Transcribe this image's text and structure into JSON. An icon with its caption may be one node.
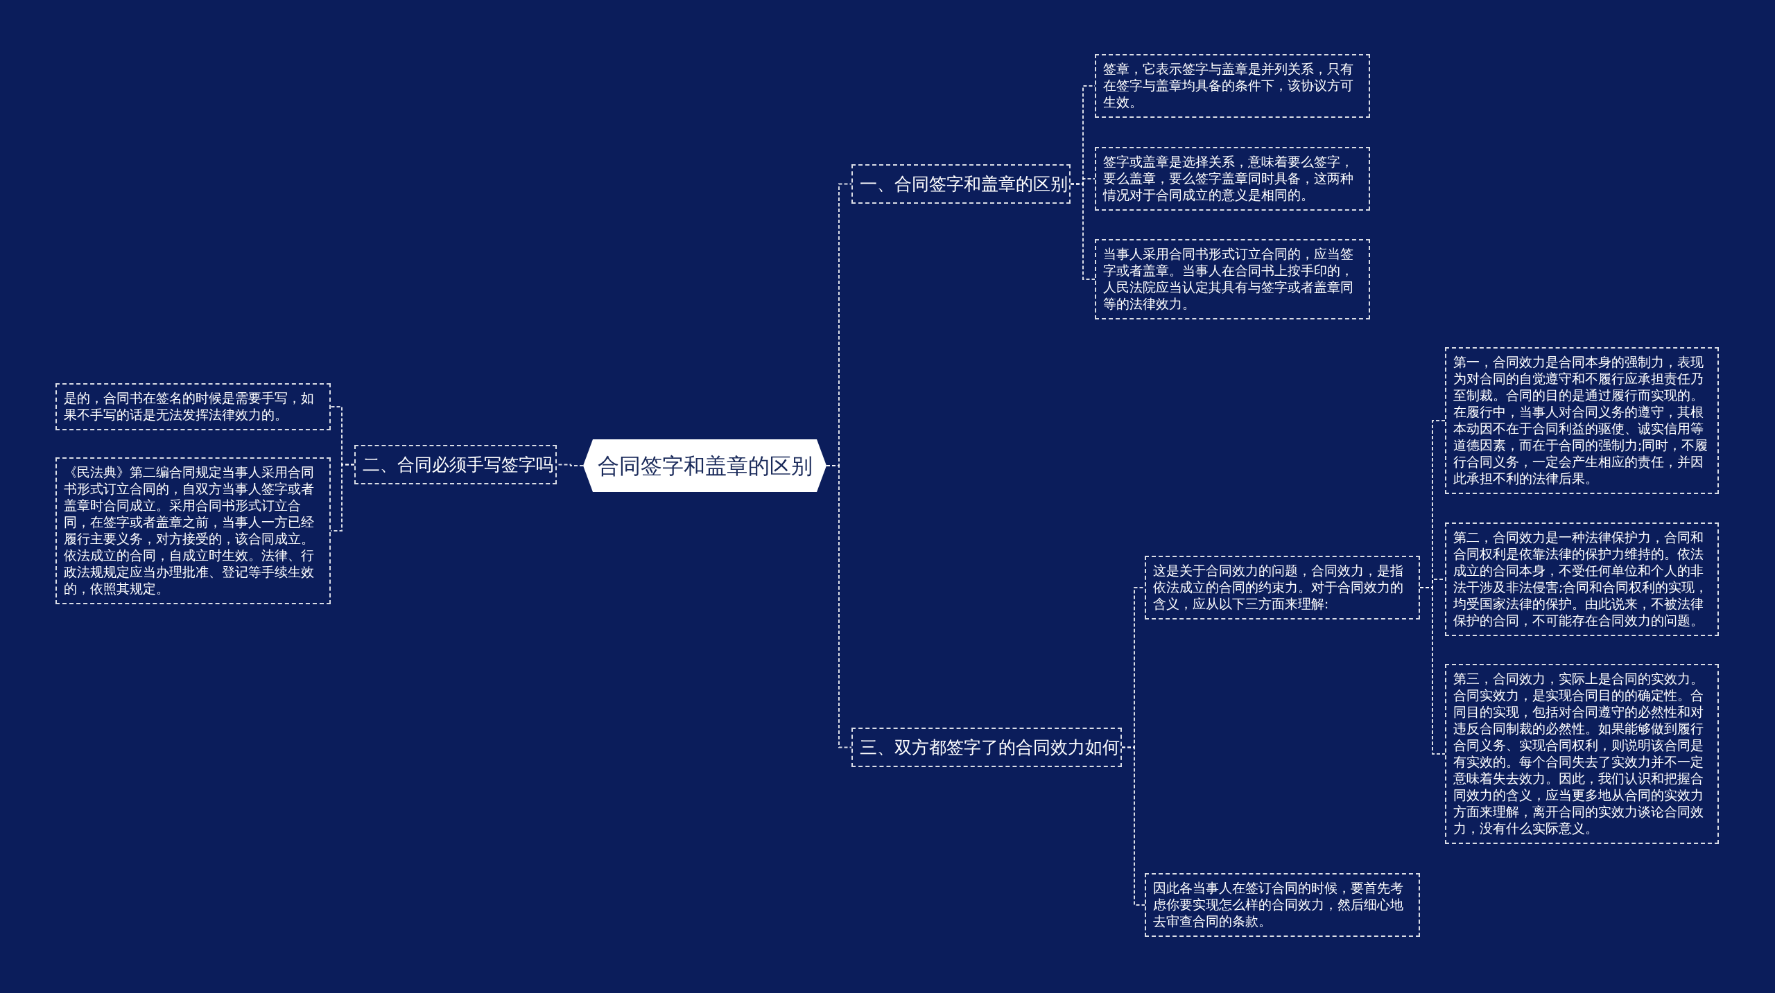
{
  "diagram": {
    "nodes": [
      {
        "text": [
          "合同签字和盖章的区别"
        ]
      },
      {
        "text": [
          "一、合同签字和盖章的区别"
        ]
      },
      {
        "text": [
          "签章，它表示签字与盖章是并列关系，只有在签字与盖章均具备的条件下，该协议方可生效。"
        ]
      },
      {
        "text": [
          "签字或盖章是选择关系，意味着要么签字，要么盖章，要么签字盖章同时具备，这两种情况对于合同成立的意义是相同的。"
        ]
      },
      {
        "text": [
          "当事人采用合同书形式订立合同的，应当签字或者盖章。当事人在合同书上按手印的，人民法院应当认定其具有与签字或者盖章同等的法律效力。"
        ]
      },
      {
        "text": [
          "二、合同必须手写签字吗"
        ]
      },
      {
        "text": [
          "是的，合同书在签名的时候是需要手写，如果不手写的话是无法发挥法律效力的。"
        ]
      },
      {
        "text": [
          "《民法典》第二编合同规定当事人采用合同书形式订立合同的，自双方当事人签字或者盖章时合同成立。采用合同书形式订立合同，在签字或者盖章之前，当事人一方已经履行主要义务，对方接受的，该合同成立。依法成立的合同，自成立时生效。法律、行政法规规定应当办理批准、登记等手续生效的，依照其规定。"
        ]
      },
      {
        "text": [
          "三、双方都签字了的合同效力如何"
        ]
      },
      {
        "text": [
          "这是关于合同效力的问题，合同效力，是指依法成立的合同的约束力。对于合同效力的含义，应从以下三方面来理解:"
        ]
      },
      {
        "text": [
          "第一，合同效力是合同本身的强制力，表现为对合同的自觉遵守和不履行应承担责任乃至制裁。合同的目的是通过履行而实现的。在履行中，当事人对合同义务的遵守，其根本动因不在于合同利益的驱使、诚实信用等道德因素，而在于合同的强制力;同时，不履行合同义务，一定会产生相应的责任，并因此承担不利的法律后果。"
        ]
      },
      {
        "text": [
          "第二，合同效力是一种法律保护力，合同和合同权利是依靠法律的保护力维持的。依法成立的合同本身，不受任何单位和个人的非法干涉及非法侵害;合同和合同权利的实现，均受国家法律的保护。由此说来，不被法律保护的合同，不可能存在合同效力的问题。"
        ]
      },
      {
        "text": [
          "第三，合同效力，实际上是合同的实效力。合同实效力，是实现合同目的的确定性。合同目的实现，包括对合同遵守的必然性和对违反合同制裁的必然性。如果能够做到履行合同义务、实现合同权利，则说明该合同是有实效的。每个合同失去了实效力并不一定意味着失去效力。因此，我们认识和把握合同效力的含义，应当更多地从合同的实效力方面来理解，离开合同的实效力谈论合同效力，没有什么实际意义。"
        ]
      },
      {
        "text": [
          "因此各当事人在签订合同的时候，要首先考虑你要实现怎么样的合同效力，然后细心地去审查合同的条款。"
        ]
      }
    ],
    "edges": [
      {
        "from": 0,
        "to": 1,
        "arrow": "none"
      },
      {
        "from": 1,
        "to": 2,
        "arrow": "none"
      },
      {
        "from": 1,
        "to": 3,
        "arrow": "none"
      },
      {
        "from": 1,
        "to": 4,
        "arrow": "none"
      },
      {
        "from": 0,
        "to": 5,
        "arrow": "none"
      },
      {
        "from": 5,
        "to": 6,
        "arrow": "none"
      },
      {
        "from": 5,
        "to": 7,
        "arrow": "none"
      },
      {
        "from": 0,
        "to": 8,
        "arrow": "none"
      },
      {
        "from": 8,
        "to": 9,
        "arrow": "none"
      },
      {
        "from": 9,
        "to": 10,
        "arrow": "none"
      },
      {
        "from": 9,
        "to": 11,
        "arrow": "none"
      },
      {
        "from": 9,
        "to": 12,
        "arrow": "none"
      },
      {
        "from": 8,
        "to": 13,
        "arrow": "none"
      }
    ]
  }
}
